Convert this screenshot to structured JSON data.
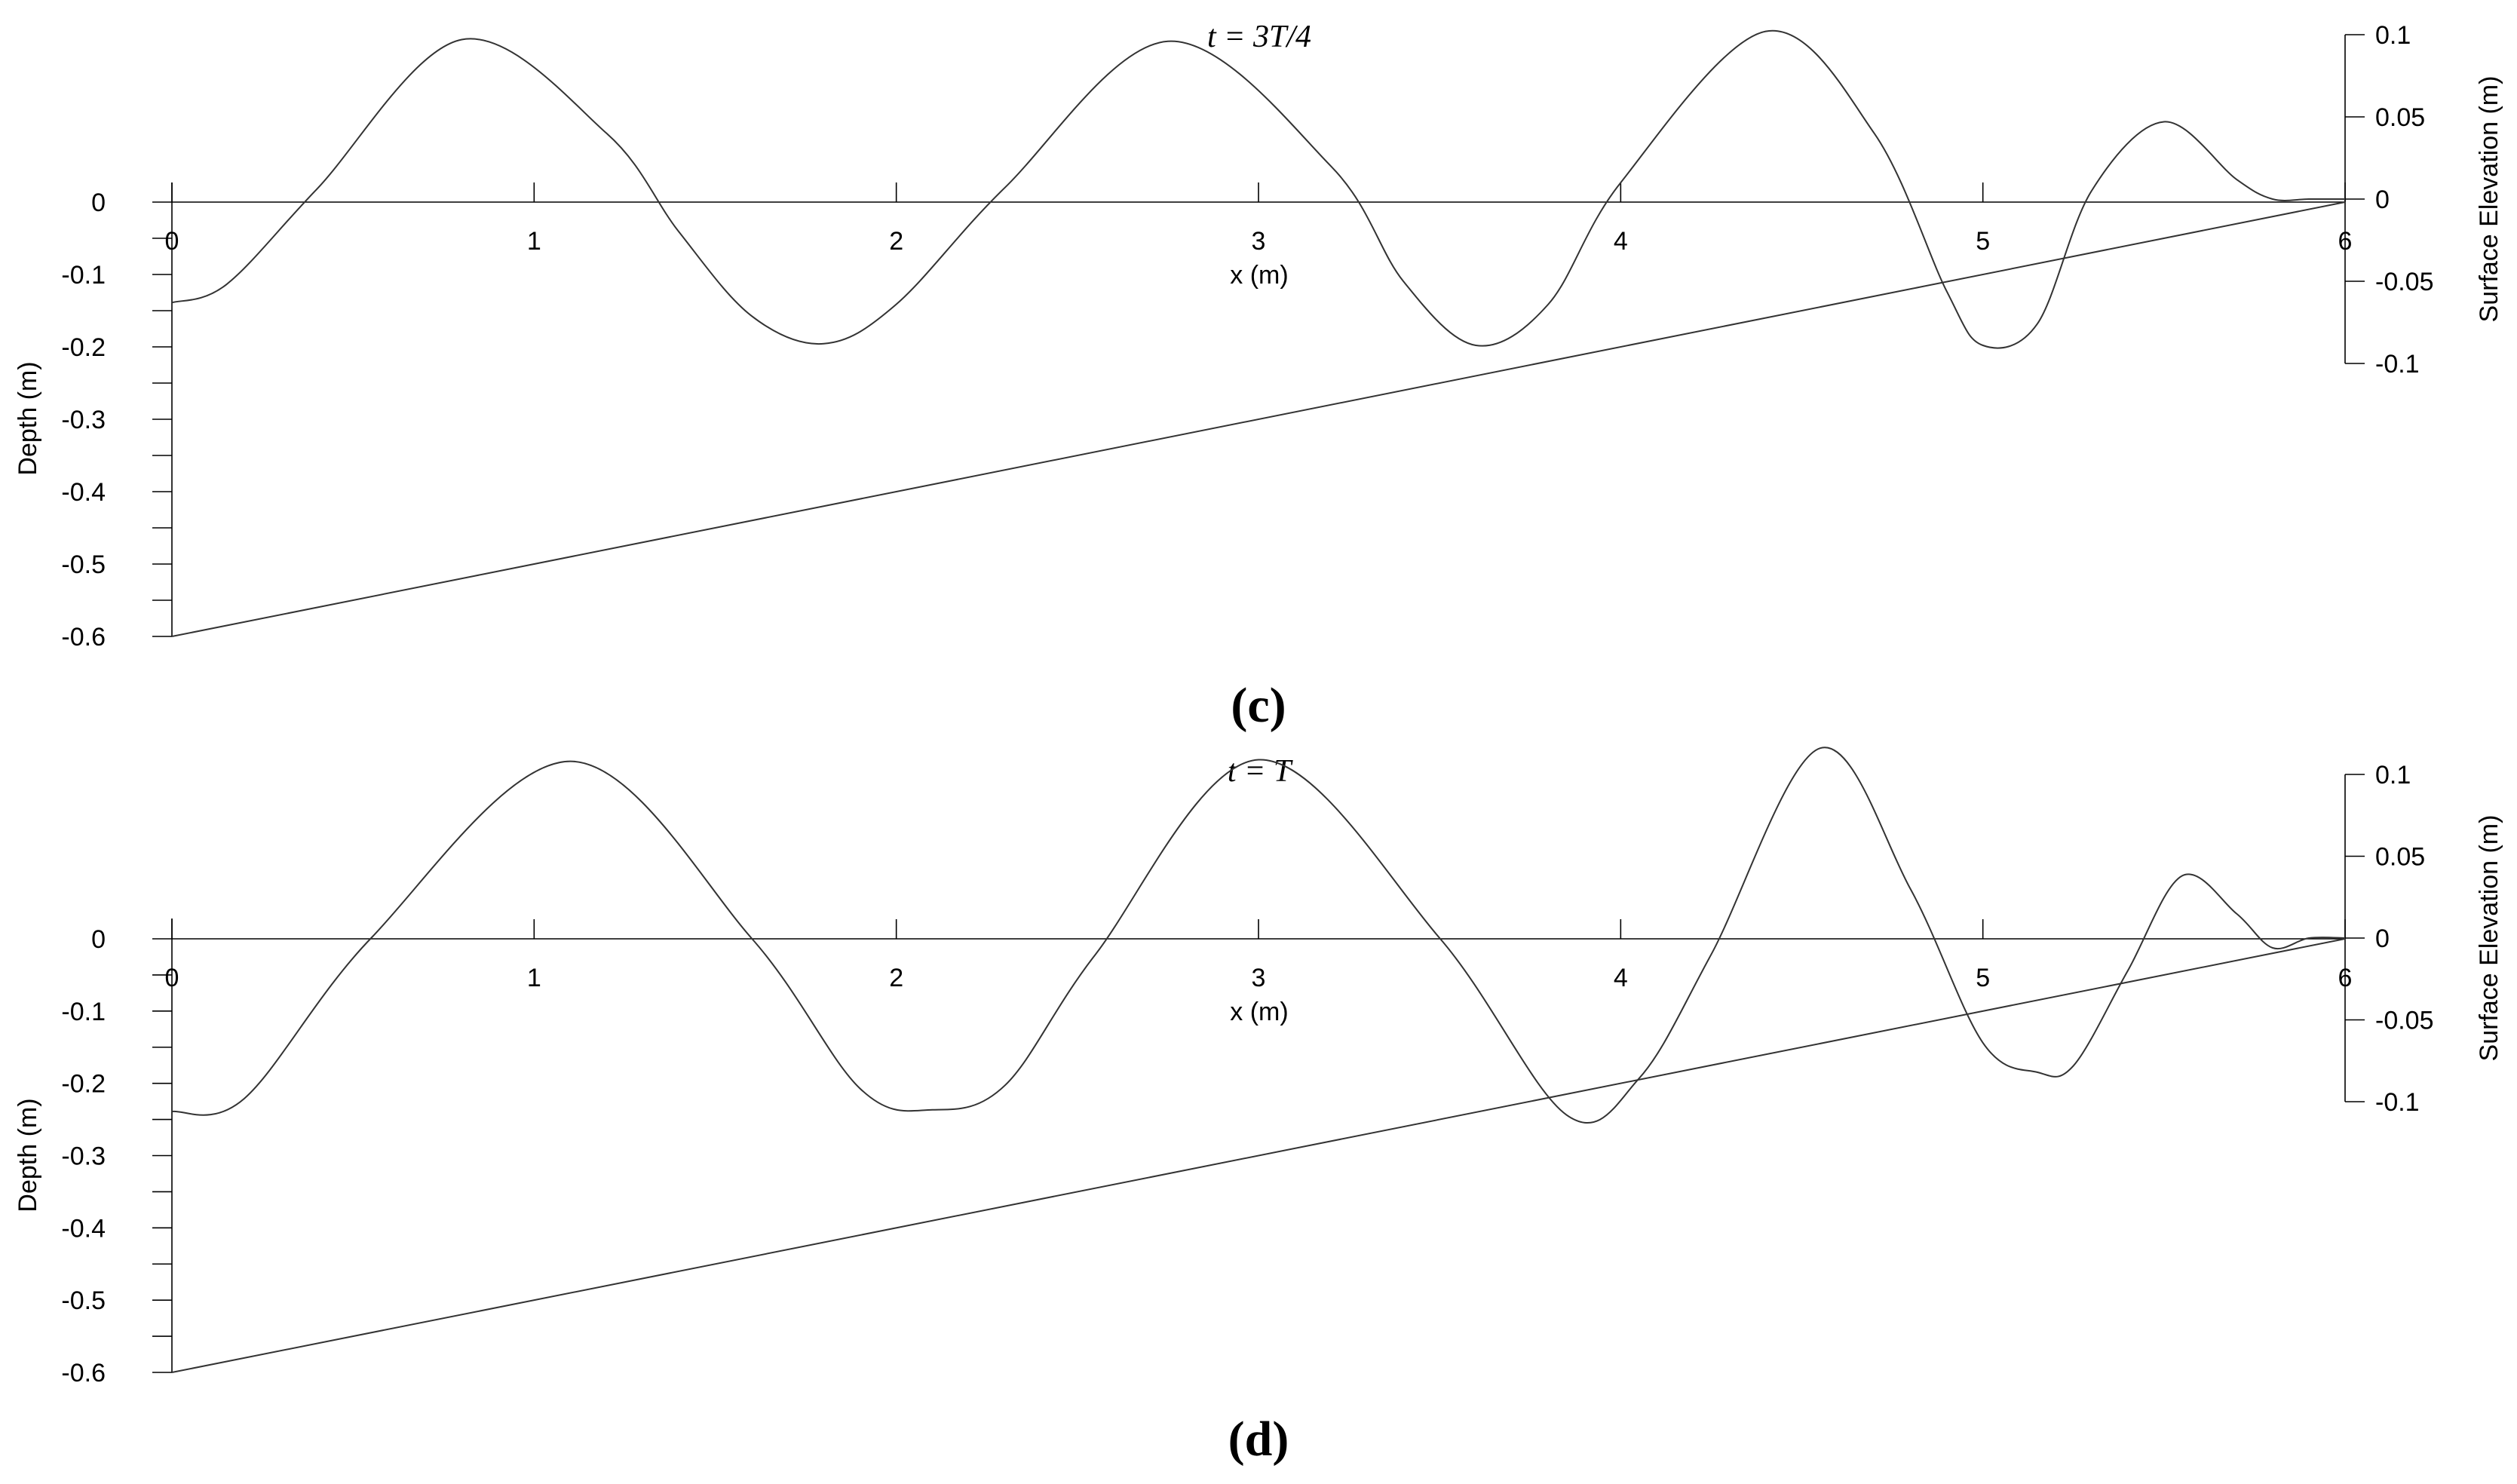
{
  "chart_data": [
    {
      "type": "line",
      "title": "t = 3T/4",
      "panel_label": "(c)",
      "xlabel": "x (m)",
      "ylabel": "Depth (m)",
      "y2label": "Surface Elevation (m)",
      "xlim": [
        0,
        6
      ],
      "ylim": [
        -0.6,
        0
      ],
      "y2lim": [
        -0.1,
        0.1
      ],
      "x_ticks": [
        "0",
        "1",
        "2",
        "3",
        "4",
        "5",
        "6"
      ],
      "y_ticks": [
        "0",
        "-0.1",
        "-0.2",
        "-0.3",
        "-0.4",
        "-0.5",
        "-0.6"
      ],
      "y2_ticks": [
        "0.1",
        "0.05",
        "0",
        "-0.05",
        "-0.1"
      ],
      "series": [
        {
          "axis": "surface_elevation",
          "x": [
            0,
            0.15,
            0.4,
            0.8,
            1.2,
            1.4,
            1.6,
            1.8,
            2.0,
            2.3,
            2.75,
            3.2,
            3.4,
            3.6,
            3.8,
            4.0,
            4.4,
            4.7,
            4.9,
            5.0,
            5.15,
            5.3,
            5.5,
            5.7,
            5.8,
            5.9,
            6.0
          ],
          "y": [
            -0.063,
            -0.052,
            0.006,
            0.097,
            0.04,
            -0.02,
            -0.071,
            -0.088,
            -0.064,
            0.007,
            0.096,
            0.02,
            -0.05,
            -0.089,
            -0.064,
            0.01,
            0.102,
            0.04,
            -0.056,
            -0.089,
            -0.076,
            0.005,
            0.047,
            0.012,
            0.0,
            0.0,
            0.0
          ]
        },
        {
          "axis": "depth",
          "x": [
            0,
            6
          ],
          "y": [
            -0.6,
            0
          ]
        }
      ]
    },
    {
      "type": "line",
      "title": "t = T",
      "panel_label": "(d)",
      "xlabel": "x (m)",
      "ylabel": "Depth (m)",
      "y2label": "Surface Elevation (m)",
      "xlim": [
        0,
        6
      ],
      "ylim": [
        -0.6,
        0
      ],
      "y2lim": [
        -0.1,
        0.1
      ],
      "x_ticks": [
        "0",
        "1",
        "2",
        "3",
        "4",
        "5",
        "6"
      ],
      "y_ticks": [
        "0",
        "-0.1",
        "-0.2",
        "-0.3",
        "-0.4",
        "-0.5",
        "-0.6"
      ],
      "y2_ticks": [
        "0.1",
        "0.05",
        "0",
        "-0.05",
        "-0.1"
      ],
      "series": [
        {
          "axis": "surface_elevation",
          "x": [
            0,
            0.2,
            0.55,
            1.1,
            1.6,
            1.9,
            2.1,
            2.3,
            2.55,
            3.0,
            3.5,
            3.85,
            4.05,
            4.25,
            4.55,
            4.8,
            5.0,
            5.15,
            5.25,
            5.4,
            5.55,
            5.7,
            5.8,
            5.9,
            6.0
          ],
          "y": [
            -0.106,
            -0.098,
            0.0,
            0.108,
            0.0,
            -0.092,
            -0.105,
            -0.09,
            -0.01,
            0.109,
            0.0,
            -0.108,
            -0.086,
            -0.01,
            0.116,
            0.03,
            -0.064,
            -0.082,
            -0.078,
            -0.02,
            0.038,
            0.015,
            -0.006,
            0.0,
            0.0
          ]
        },
        {
          "axis": "depth",
          "x": [
            0,
            6
          ],
          "y": [
            -0.6,
            0
          ]
        }
      ]
    }
  ]
}
